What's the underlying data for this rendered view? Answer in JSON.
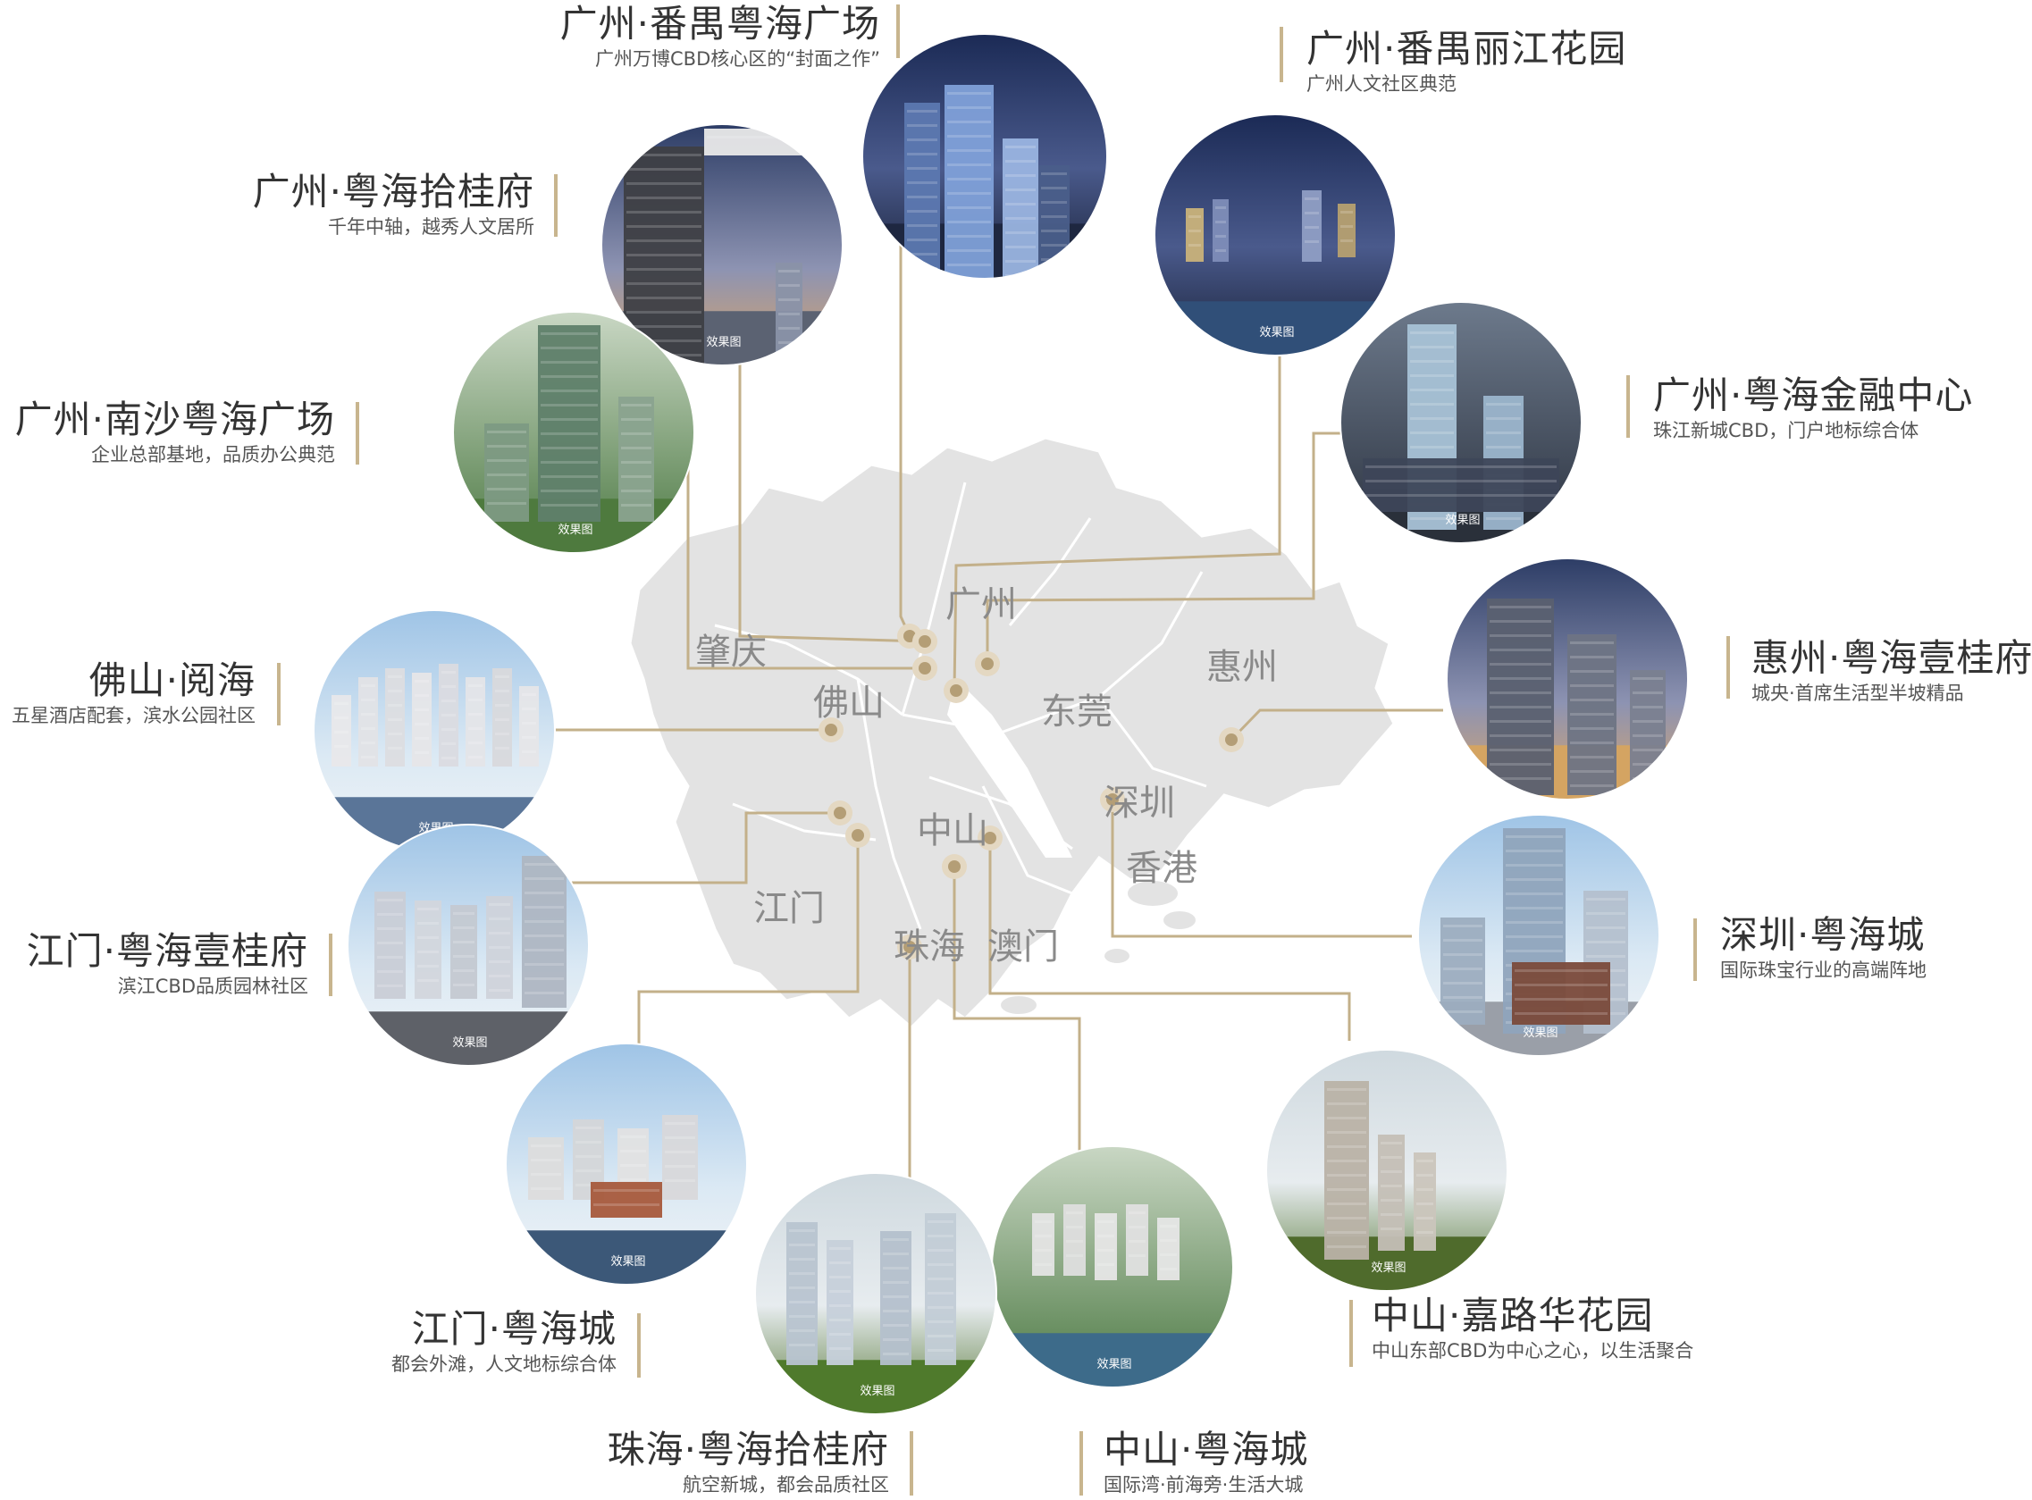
{
  "colors": {
    "map": "#e3e3e3",
    "map_border": "#ffffff",
    "connector": "#c3b08a",
    "dot_outer": "#e4d8c2",
    "dot_inner": "#b49e76",
    "bar": "#c8b58e"
  },
  "map_labels": [
    "广州",
    "肇庆",
    "佛山",
    "东莞",
    "惠州",
    "深圳",
    "香港",
    "中山",
    "江门",
    "珠海",
    "澳门"
  ],
  "image_caption": "效果图",
  "projects": [
    {
      "title": "广州·番禺粤海广场",
      "subtitle": "广州万博CBD核心区的“封面之作”",
      "caption": "",
      "photo": "night-city-towers"
    },
    {
      "title": "广州·番禺丽江花园",
      "subtitle": "广州人文社区典范",
      "caption": "效果图",
      "photo": "river-bridge-night"
    },
    {
      "title": "广州·粤海拾桂府",
      "subtitle": "千年中轴，越秀人文居所",
      "caption": "效果图",
      "photo": "balcony-view"
    },
    {
      "title": "广州·粤海金融中心",
      "subtitle": "珠江新城CBD，门户地标综合体",
      "caption": "效果图",
      "photo": "twin-towers"
    },
    {
      "title": "广州·南沙粤海广场",
      "subtitle": "企业总部基地，品质办公典范",
      "caption": "效果图",
      "photo": "green-office"
    },
    {
      "title": "惠州·粤海壹桂府",
      "subtitle": "城央·首席生活型半坡精品",
      "caption": "",
      "photo": "tower-dusk"
    },
    {
      "title": "佛山·阅海",
      "subtitle": "五星酒店配套，滨水公园社区",
      "caption": "效果图",
      "photo": "waterfront-towers"
    },
    {
      "title": "深圳·粤海城",
      "subtitle": "国际珠宝行业的高端阵地",
      "caption": "效果图",
      "photo": "street-towers"
    },
    {
      "title": "江门·粤海壹桂府",
      "subtitle": "滨江CBD品质园林社区",
      "caption": "效果图",
      "photo": "plaza-towers"
    },
    {
      "title": "中山·嘉路华花园",
      "subtitle": "中山东部CBD为中心之心，以生活聚合",
      "caption": "效果图",
      "photo": "tower-park"
    },
    {
      "title": "江门·粤海城",
      "subtitle": "都会外滩，人文地标综合体",
      "caption": "效果图",
      "photo": "riverside-aerial"
    },
    {
      "title": "中山·粤海城",
      "subtitle": "国际湾·前海旁·生活大城",
      "caption": "效果图",
      "photo": "residential-aerial"
    },
    {
      "title": "珠海·粤海拾桂府",
      "subtitle": "航空新城，都会品质社区",
      "caption": "效果图",
      "photo": "towers-lawn"
    }
  ]
}
